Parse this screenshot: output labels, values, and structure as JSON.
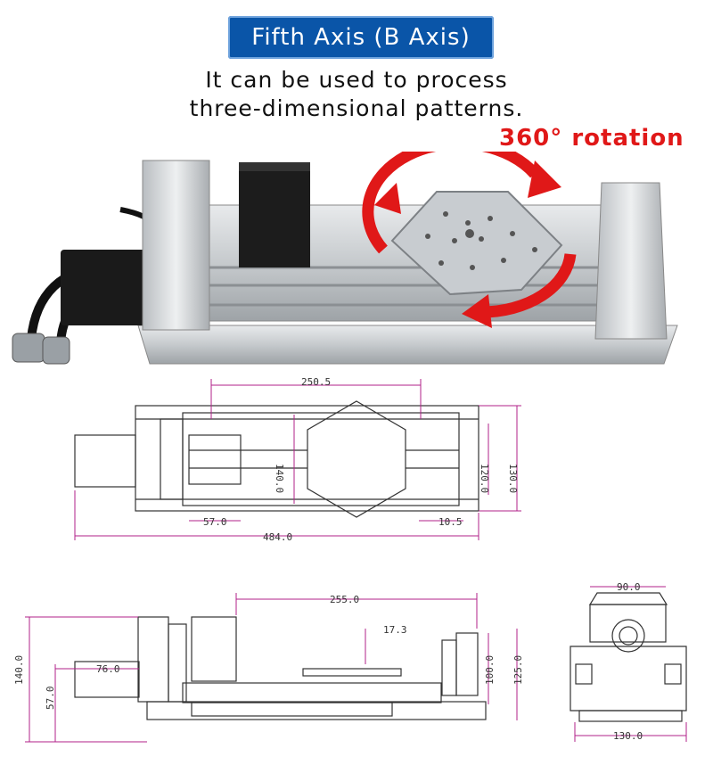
{
  "title_badge": "Fifth Axis (B Axis)",
  "description": [
    "It can be used to process",
    "three-dimensional patterns."
  ],
  "rotation_label": "360° rotation",
  "colors": {
    "badge": "#0a55a8",
    "rotation_red": "#e01818",
    "dimension_magenta": "#b0208a"
  },
  "top_view_dims": {
    "width_a": "250.5",
    "height_a": "140.0",
    "height_b": "120.0",
    "height_c": "130.0",
    "left_off": "57.0",
    "length": "484.0",
    "right_off": "10.5"
  },
  "side_view_dims": {
    "width": "255.0",
    "offset": "17.3",
    "left_off": "76.0",
    "height_total": "140.0",
    "height_low": "57.0",
    "height_mid": "100.0",
    "height_hi": "125.0"
  },
  "end_view_dims": {
    "top": "90.0",
    "bottom": "130.0"
  }
}
